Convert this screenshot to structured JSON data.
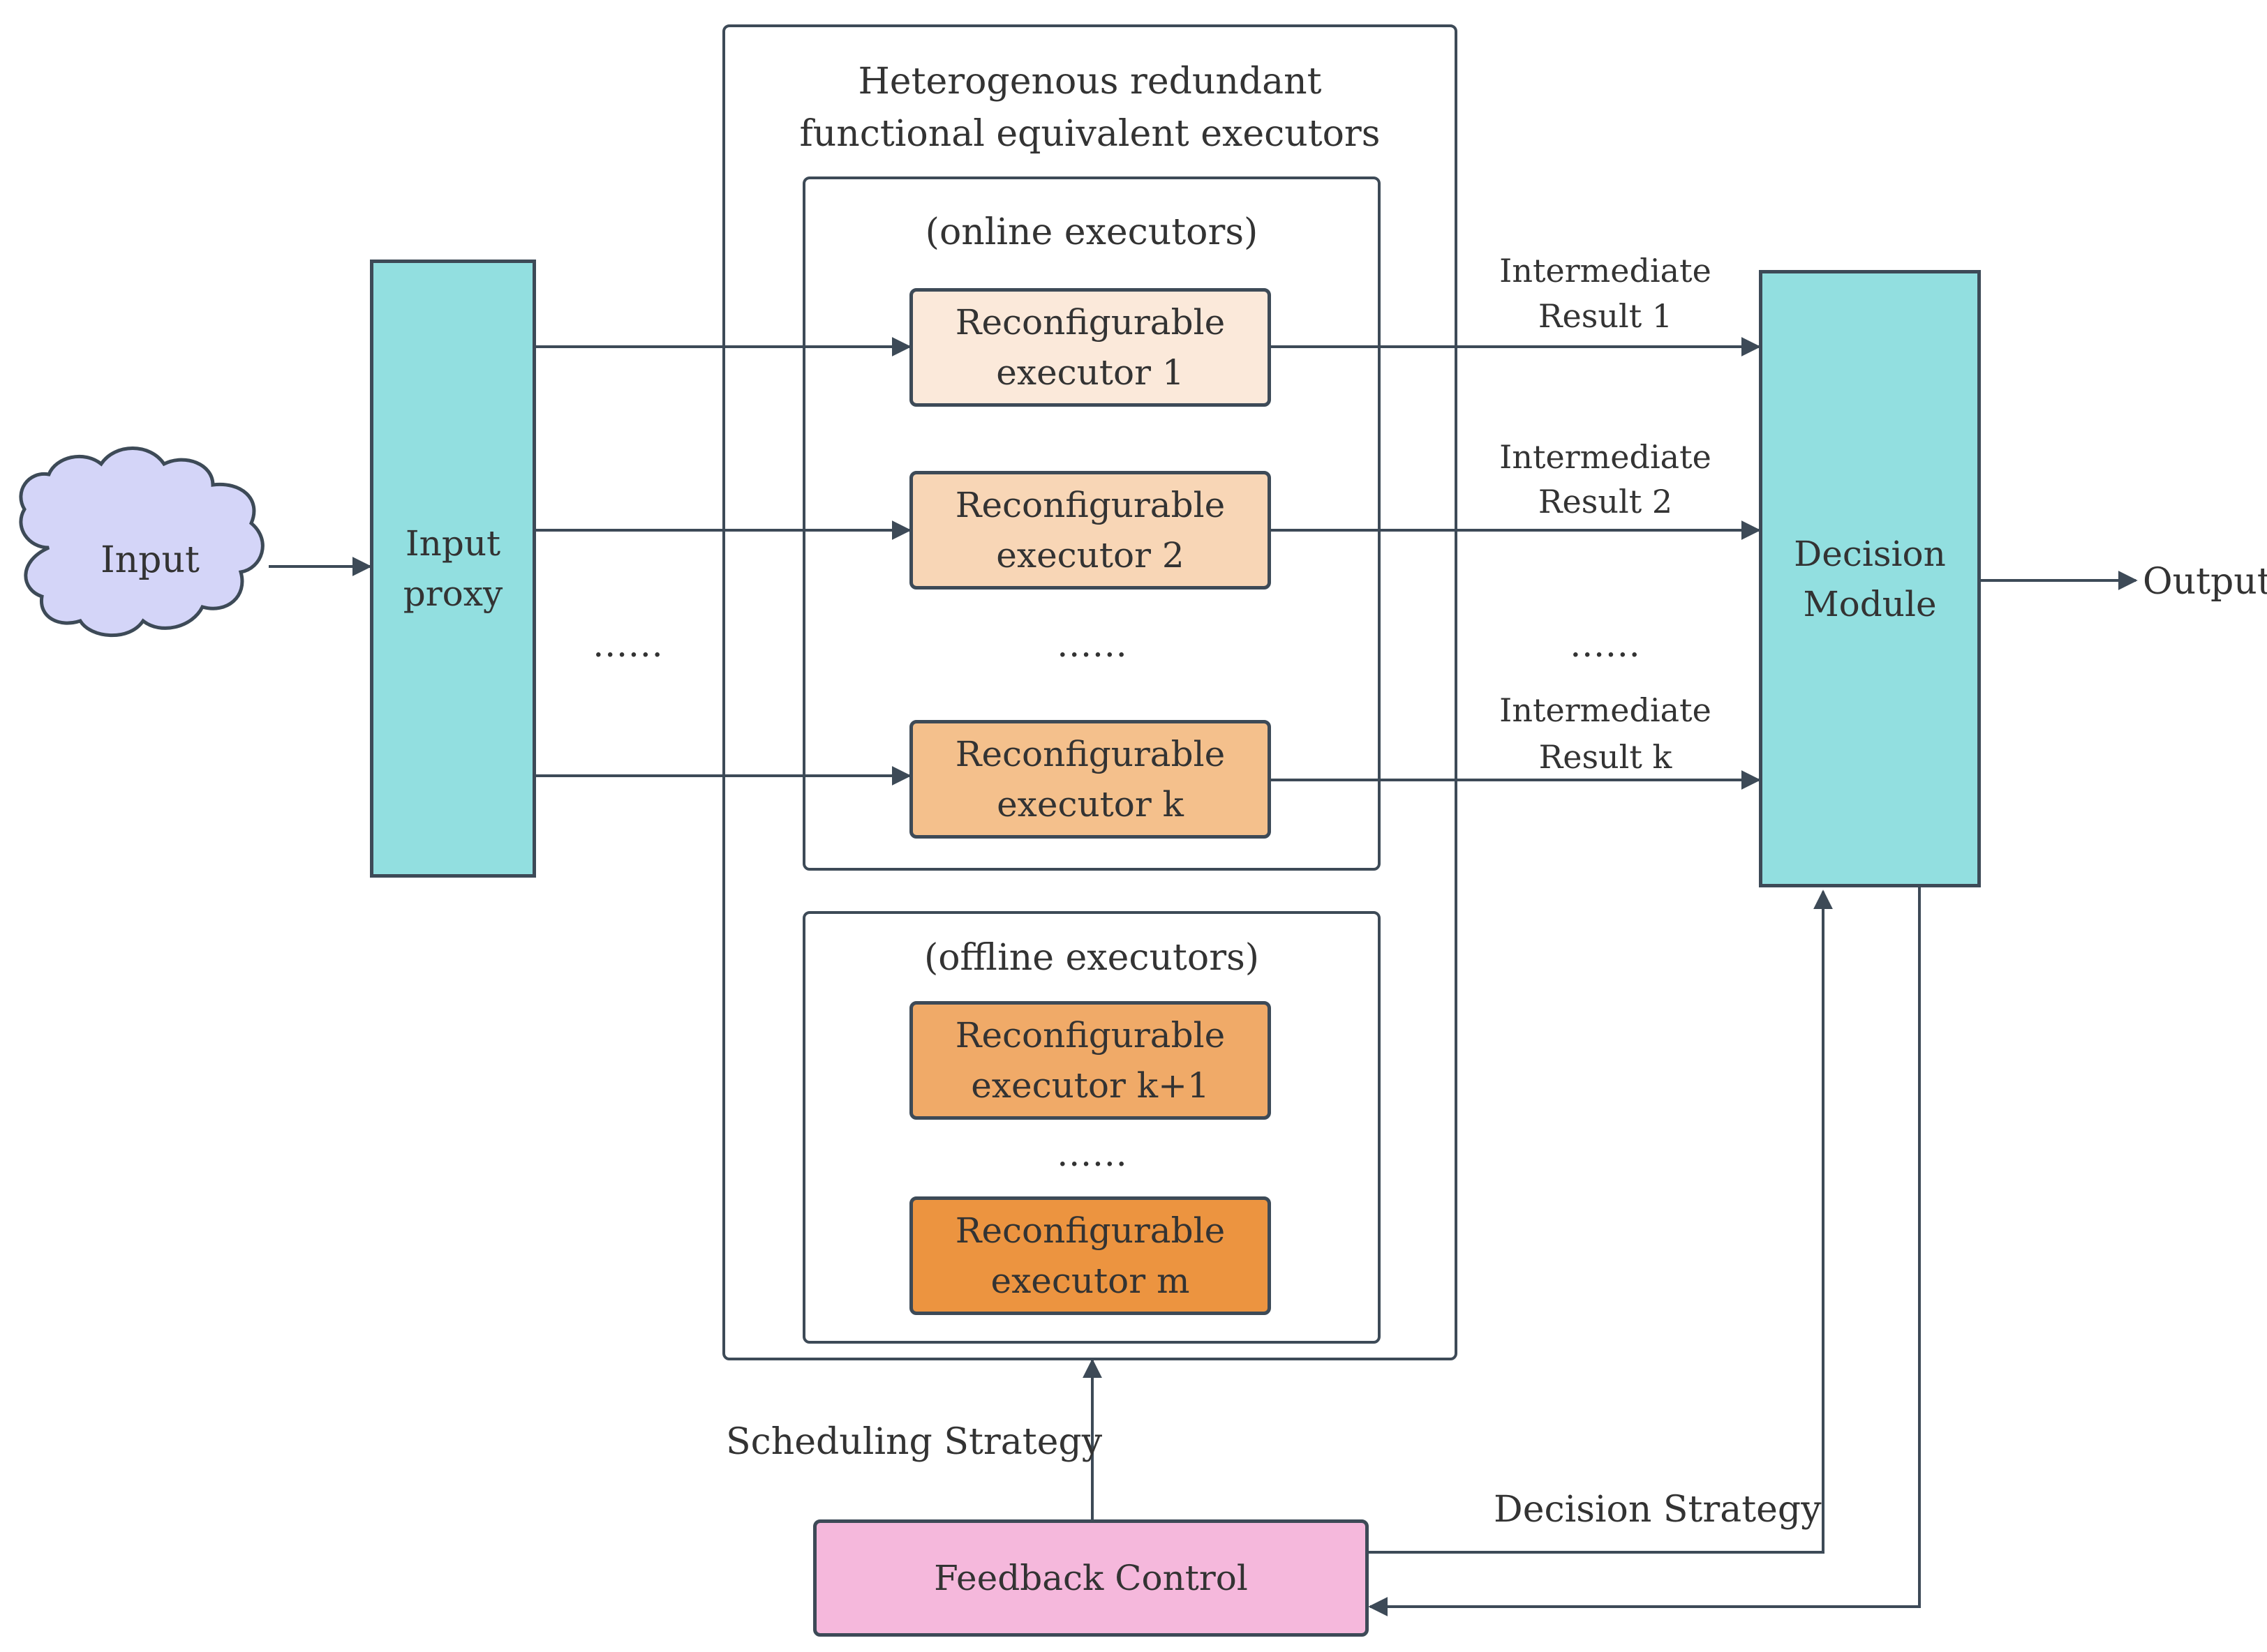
{
  "cloud": {
    "label": "Input"
  },
  "input_proxy": {
    "line1": "Input",
    "line2": "proxy"
  },
  "outer_group": {
    "title_line1": "Heterogenous redundant",
    "title_line2": "functional equivalent executors"
  },
  "online_group": {
    "title": "(online executors)"
  },
  "offline_group": {
    "title": "(offline executors)"
  },
  "executors": [
    {
      "line1": "Reconfigurable",
      "line2": "executor 1",
      "color": "#fbe9da"
    },
    {
      "line1": "Reconfigurable",
      "line2": "executor 2",
      "color": "#f8d6b6"
    },
    {
      "line1": "Reconfigurable",
      "line2": "executor k",
      "color": "#f4c08c"
    },
    {
      "line1": "Reconfigurable",
      "line2": "executor k+1",
      "color": "#f0aa68"
    },
    {
      "line1": "Reconfigurable",
      "line2": "executor m",
      "color": "#ec9440"
    }
  ],
  "intermediate_results": [
    {
      "line1": "Intermediate",
      "line2": "Result 1"
    },
    {
      "line1": "Intermediate",
      "line2": "Result 2"
    },
    {
      "line1": "Intermediate",
      "line2": "Result k"
    }
  ],
  "ellipsis": "......",
  "decision_module": {
    "line1": "Decision",
    "line2": "Module"
  },
  "output_label": "Output",
  "feedback_control": {
    "label": "Feedback Control"
  },
  "scheduling_strategy": "Scheduling Strategy",
  "decision_strategy": "Decision Strategy",
  "colors": {
    "teal": "#92dfe0",
    "pink": "#f5b8dc",
    "cloud": "#d4d5f8",
    "stroke": "#3d4a57"
  }
}
